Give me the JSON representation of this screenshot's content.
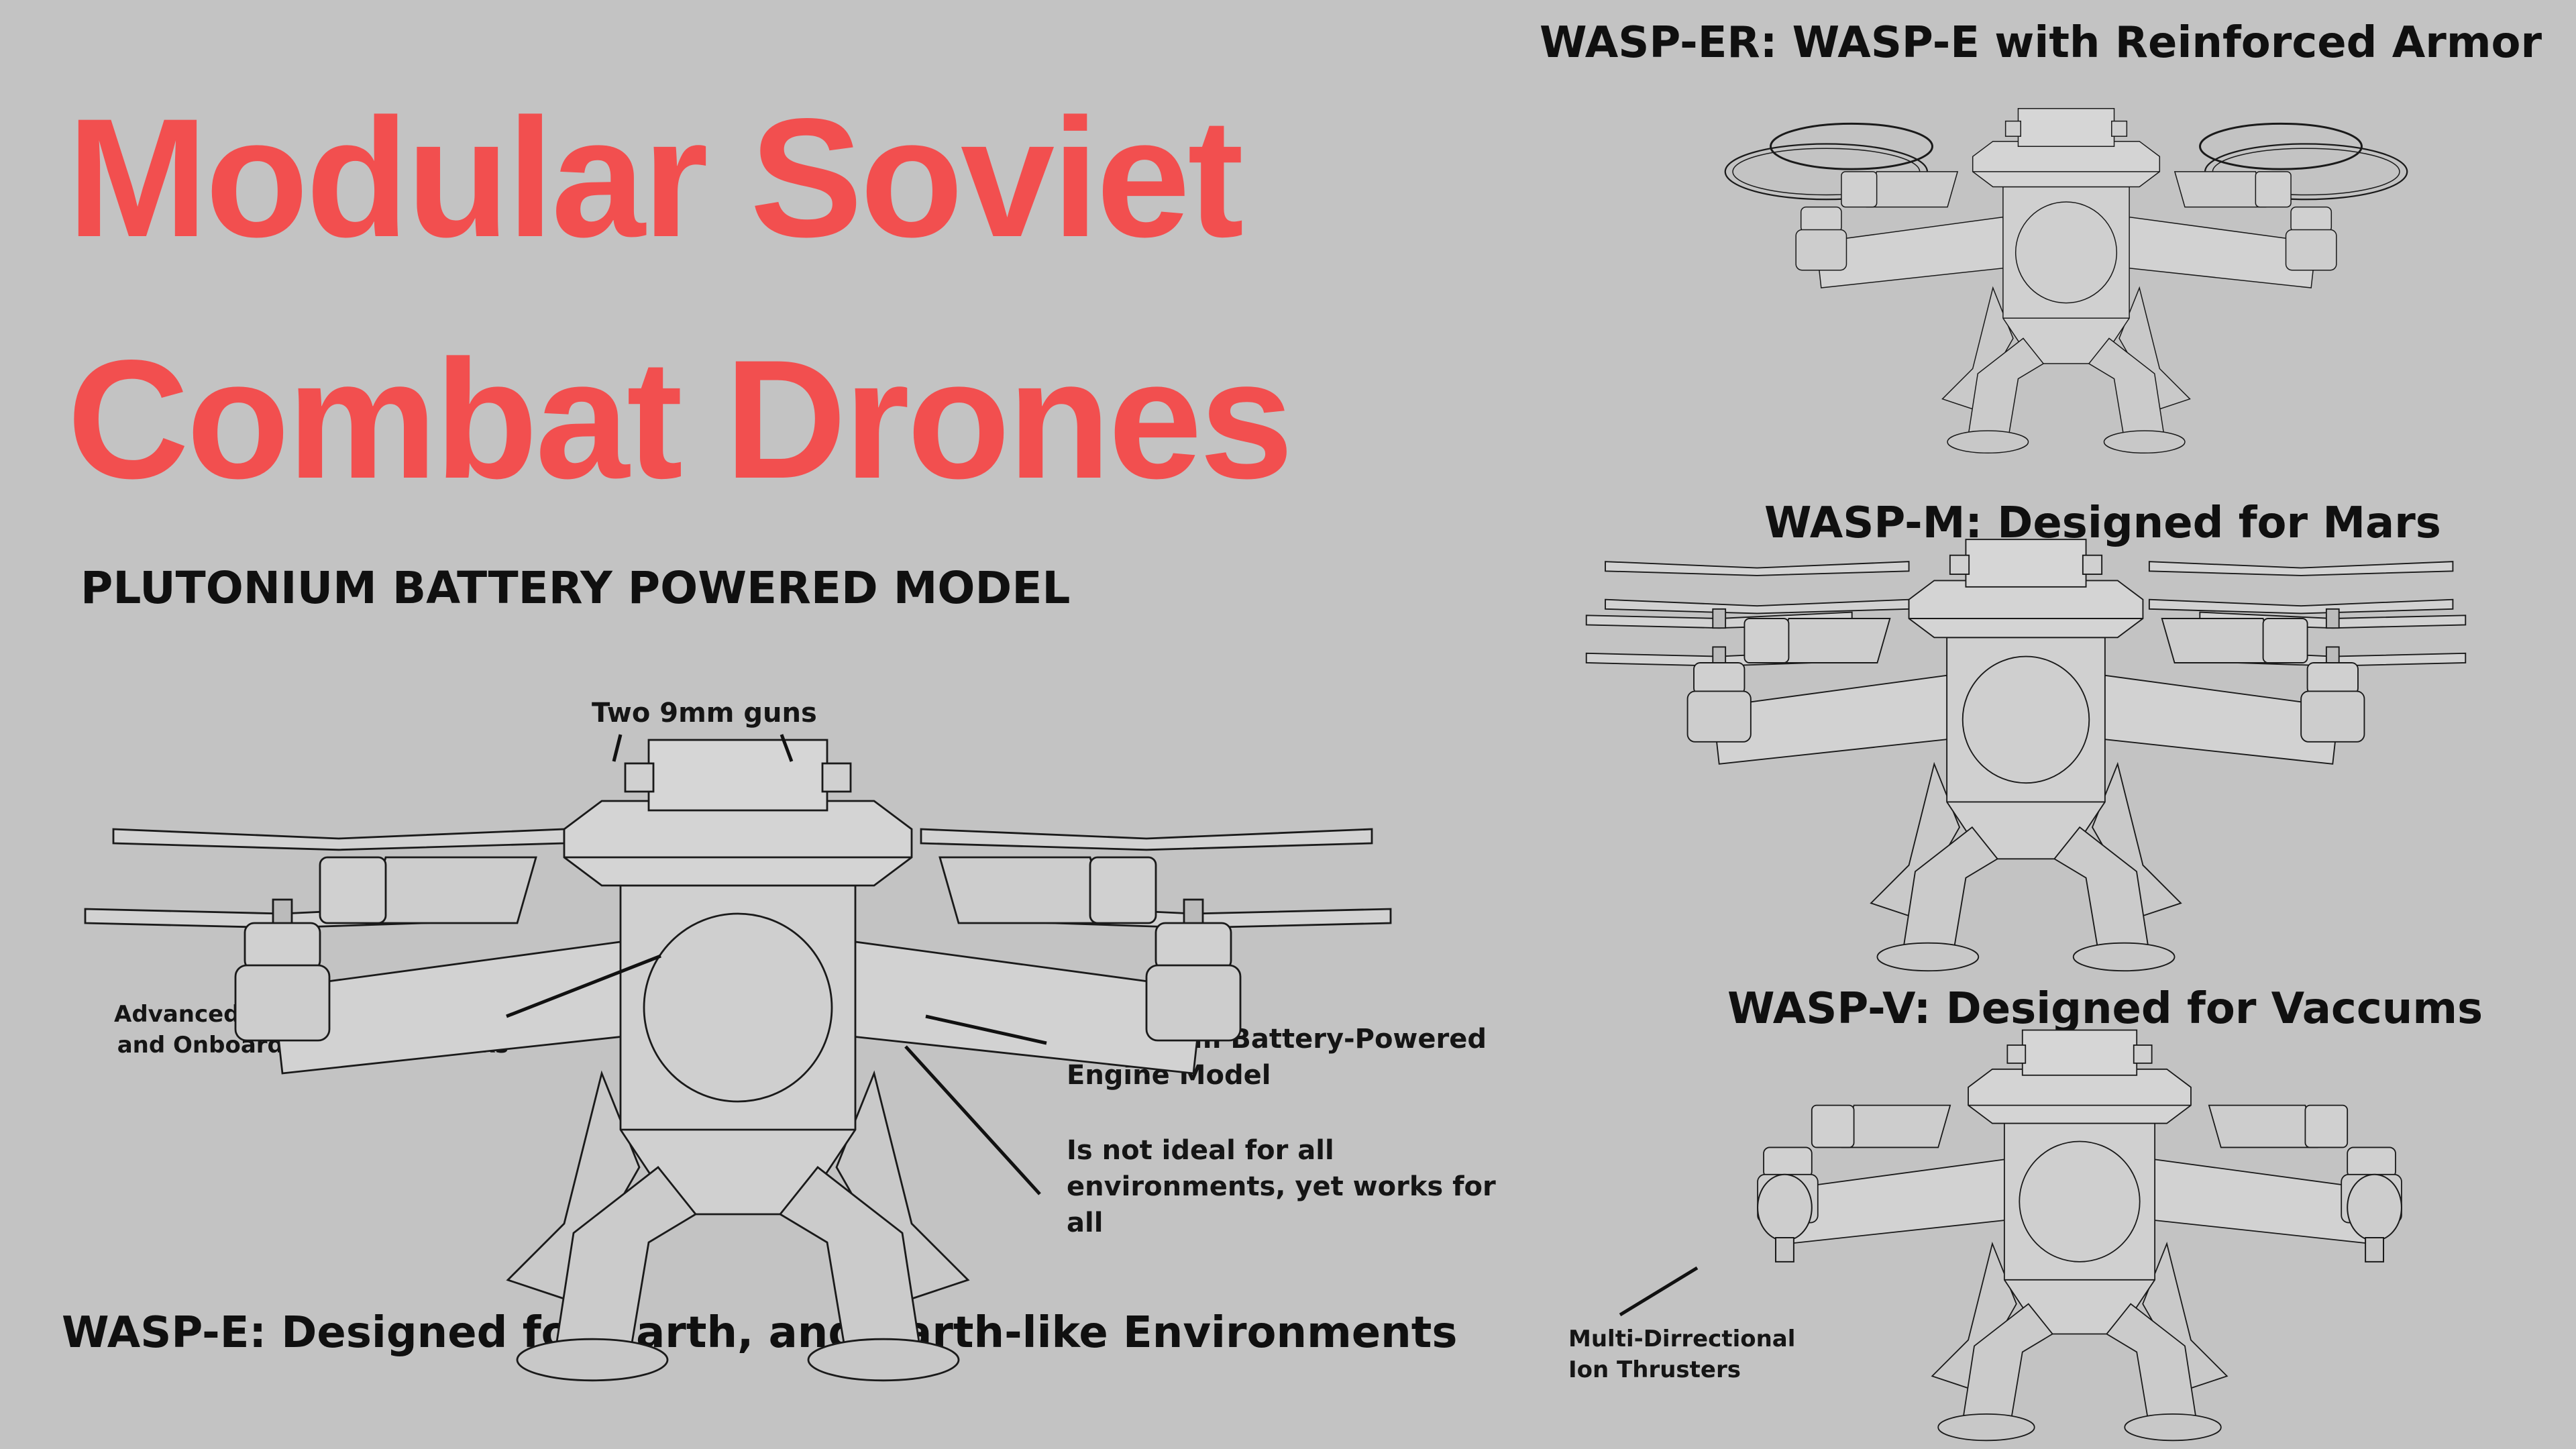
{
  "title": {
    "line1": "Modular Soviet",
    "line2": "Combat Drones"
  },
  "subtitle": "PLUTONIUM BATTERY POWERED MODEL",
  "models": {
    "earth": {
      "heading": "WASP-E: Designed for Earth, and Earth-like Environments",
      "callouts": {
        "guns": "Two 9mm guns",
        "ai": "Advanced Artifical Inteligience\nand Onboard Neural-Networks",
        "engine": "Plutonium Battery-Powered\nEngine Model",
        "environments": "Is not ideal for all\nenvironments, yet works for\nall"
      }
    },
    "armor": {
      "heading": "WASP-ER: WASP-E with Reinforced Armor"
    },
    "mars": {
      "heading": "WASP-M: Designed for Mars"
    },
    "vacuum": {
      "heading": "WASP-V: Designed for Vaccums",
      "callouts": {
        "thrusters": "Multi-Dirrectional\nIon Thrusters"
      }
    }
  },
  "colors": {
    "background": "#c3c3c3",
    "title": "#f24f4f",
    "line": "#1a1a1a",
    "body_fill": "#cfcfcf"
  }
}
